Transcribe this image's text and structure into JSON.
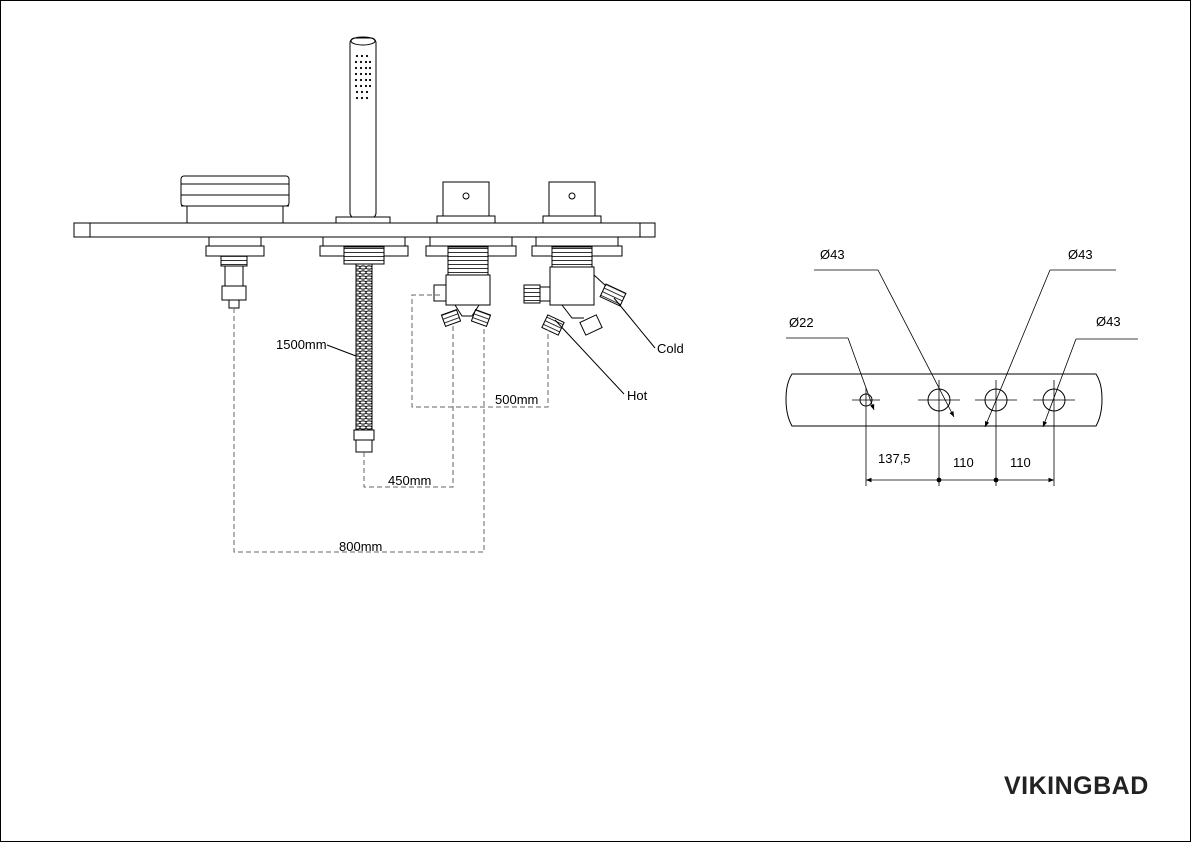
{
  "brand": "VIKINGBAD",
  "front_view": {
    "hose_length": "1500mm",
    "dim_450": "450mm",
    "dim_500": "500mm",
    "dim_800": "800mm",
    "label_hot": "Hot",
    "label_cold": "Cold"
  },
  "hole_plan": {
    "d43_a": "Ø43",
    "d43_b": "Ø43",
    "d43_c": "Ø43",
    "d22": "Ø22",
    "dist_1": "137,5",
    "dist_2": "110",
    "dist_3": "110"
  }
}
